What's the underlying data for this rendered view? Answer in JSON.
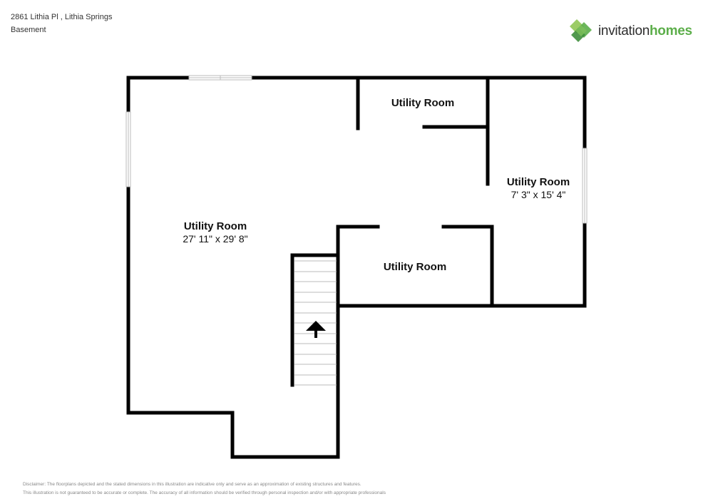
{
  "header": {
    "address": "2861 Lithia Pl , Lithia Springs",
    "floor": "Basement"
  },
  "logo": {
    "word1": "invitation",
    "word2": "homes",
    "brand_color": "#5cae4a",
    "icon": "green-diamond-logo-icon"
  },
  "rooms": [
    {
      "label": "Utility Room",
      "dimensions": "27' 11\" x 29' 8\""
    },
    {
      "label": "Utility Room",
      "dimensions": ""
    },
    {
      "label": "Utility Room",
      "dimensions": "7' 3\" x 15' 4\""
    },
    {
      "label": "Utility Room",
      "dimensions": ""
    }
  ],
  "disclaimer": {
    "line1": "Disclaimer: The floorplans depicted and the stated dimensions in this illustration are indicative only and serve as an approximation of existing structures and features.",
    "line2": "This illustration is not guaranteed to be accurate or complete. The accuracy of all information should be verified through personal inspection and/or with appropriate professionals"
  },
  "colors": {
    "wall": "#000000",
    "window": "#cccccc",
    "stair_line": "#bbbbbb"
  }
}
